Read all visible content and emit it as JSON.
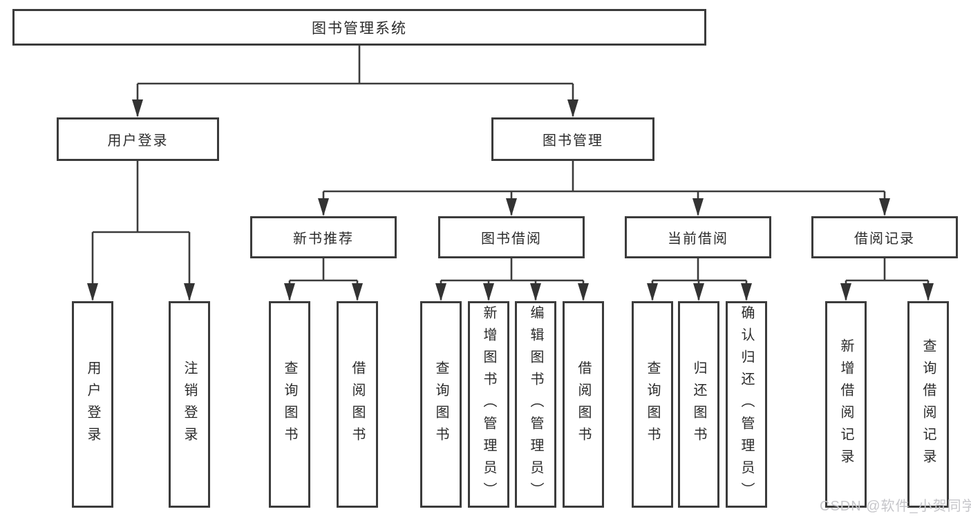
{
  "tree": {
    "root": {
      "label": "图书管理系统"
    },
    "user_login": {
      "label": "用户登录",
      "children": [
        {
          "label": "用户登录"
        },
        {
          "label": "注销登录"
        }
      ]
    },
    "book_management": {
      "label": "图书管理",
      "sections": [
        {
          "label": "新书推荐",
          "children": [
            {
              "label": "查询图书"
            },
            {
              "label": "借阅图书"
            }
          ]
        },
        {
          "label": "图书借阅",
          "children": [
            {
              "label": "查询图书"
            },
            {
              "label": "新增图书（管理员）"
            },
            {
              "label": "编辑图书（管理员）"
            },
            {
              "label": "借阅图书"
            }
          ]
        },
        {
          "label": "当前借阅",
          "children": [
            {
              "label": "查询图书"
            },
            {
              "label": "归还图书"
            },
            {
              "label": "确认归还（管理员）"
            }
          ]
        },
        {
          "label": "借阅记录",
          "children": [
            {
              "label": "新增借阅记录"
            },
            {
              "label": "查询借阅记录"
            }
          ]
        }
      ]
    }
  },
  "watermark": {
    "text": "CSDN @软件_小贺同学"
  },
  "colors": {
    "line": "#3b3b3b",
    "arrow": "#333333",
    "box_border": "#3b3b3b",
    "box_background": "#ffffff",
    "text": "#2b2b2b",
    "page_background": "#ffffff",
    "watermark": "#c6c6ca"
  }
}
